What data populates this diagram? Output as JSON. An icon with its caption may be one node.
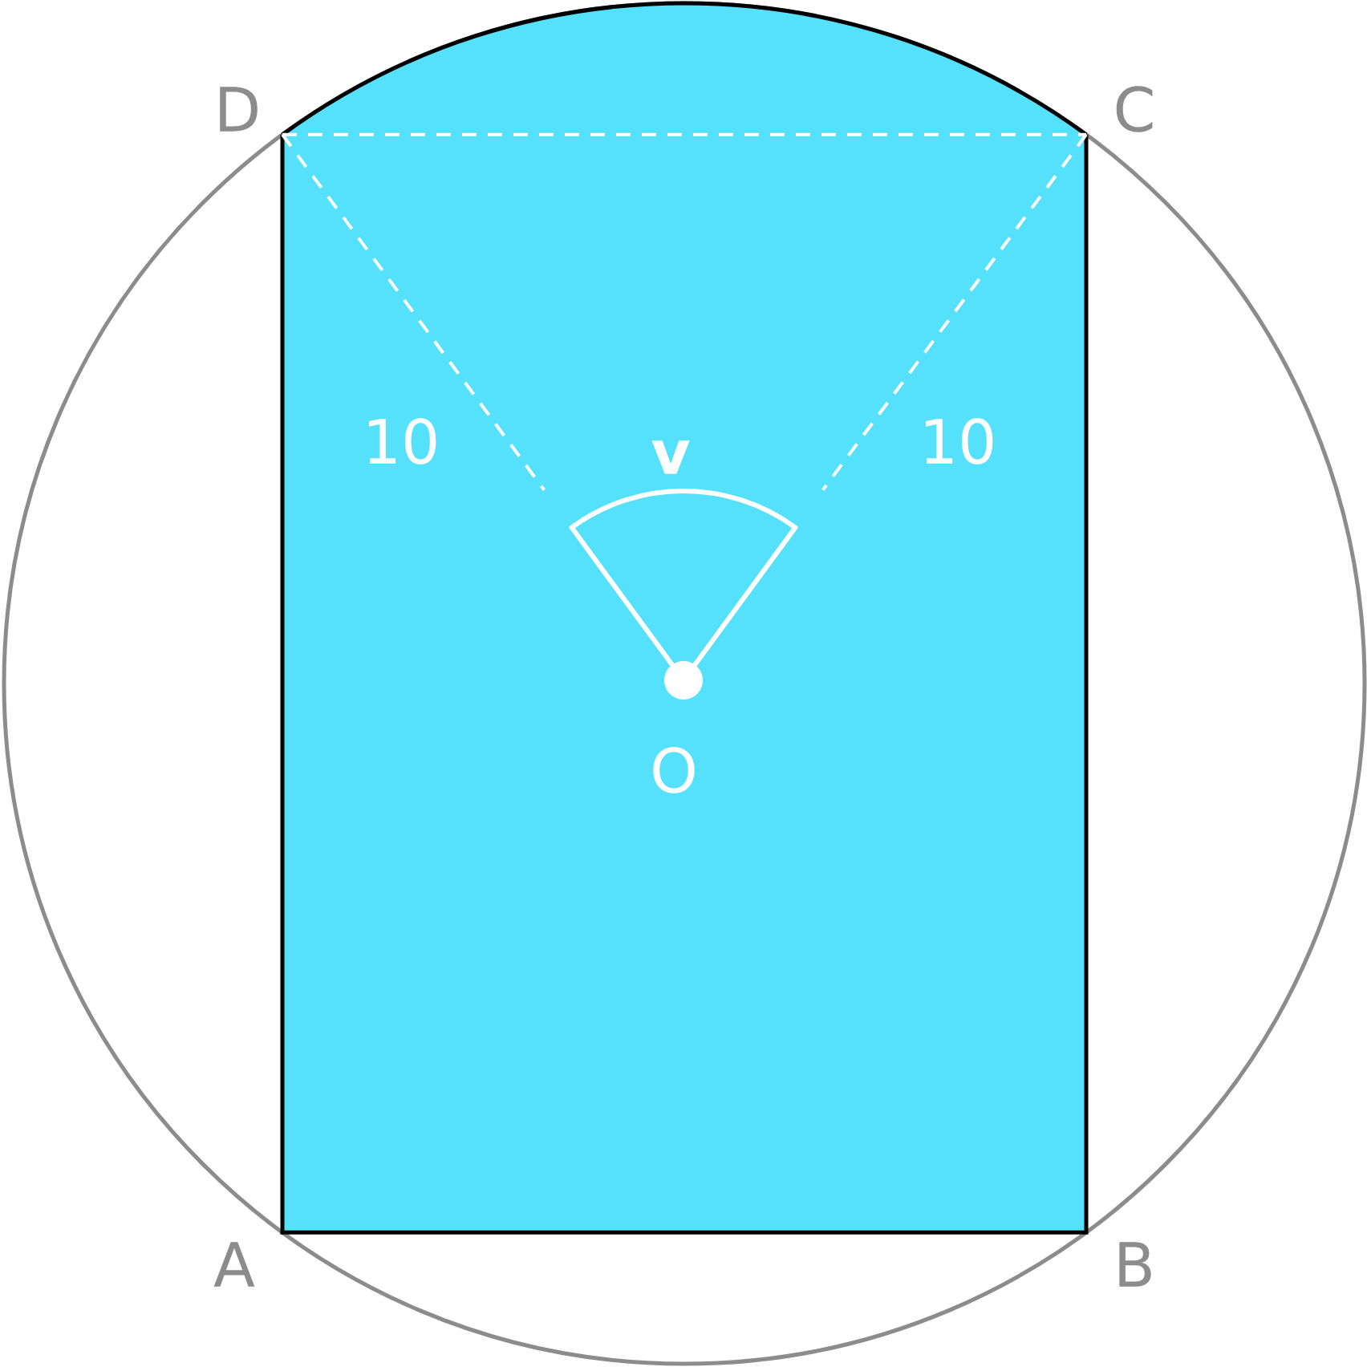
{
  "diagram": {
    "labels": [
      "D",
      "C",
      "10",
      "v",
      "10",
      "O",
      "A",
      "B"
    ]
  }
}
